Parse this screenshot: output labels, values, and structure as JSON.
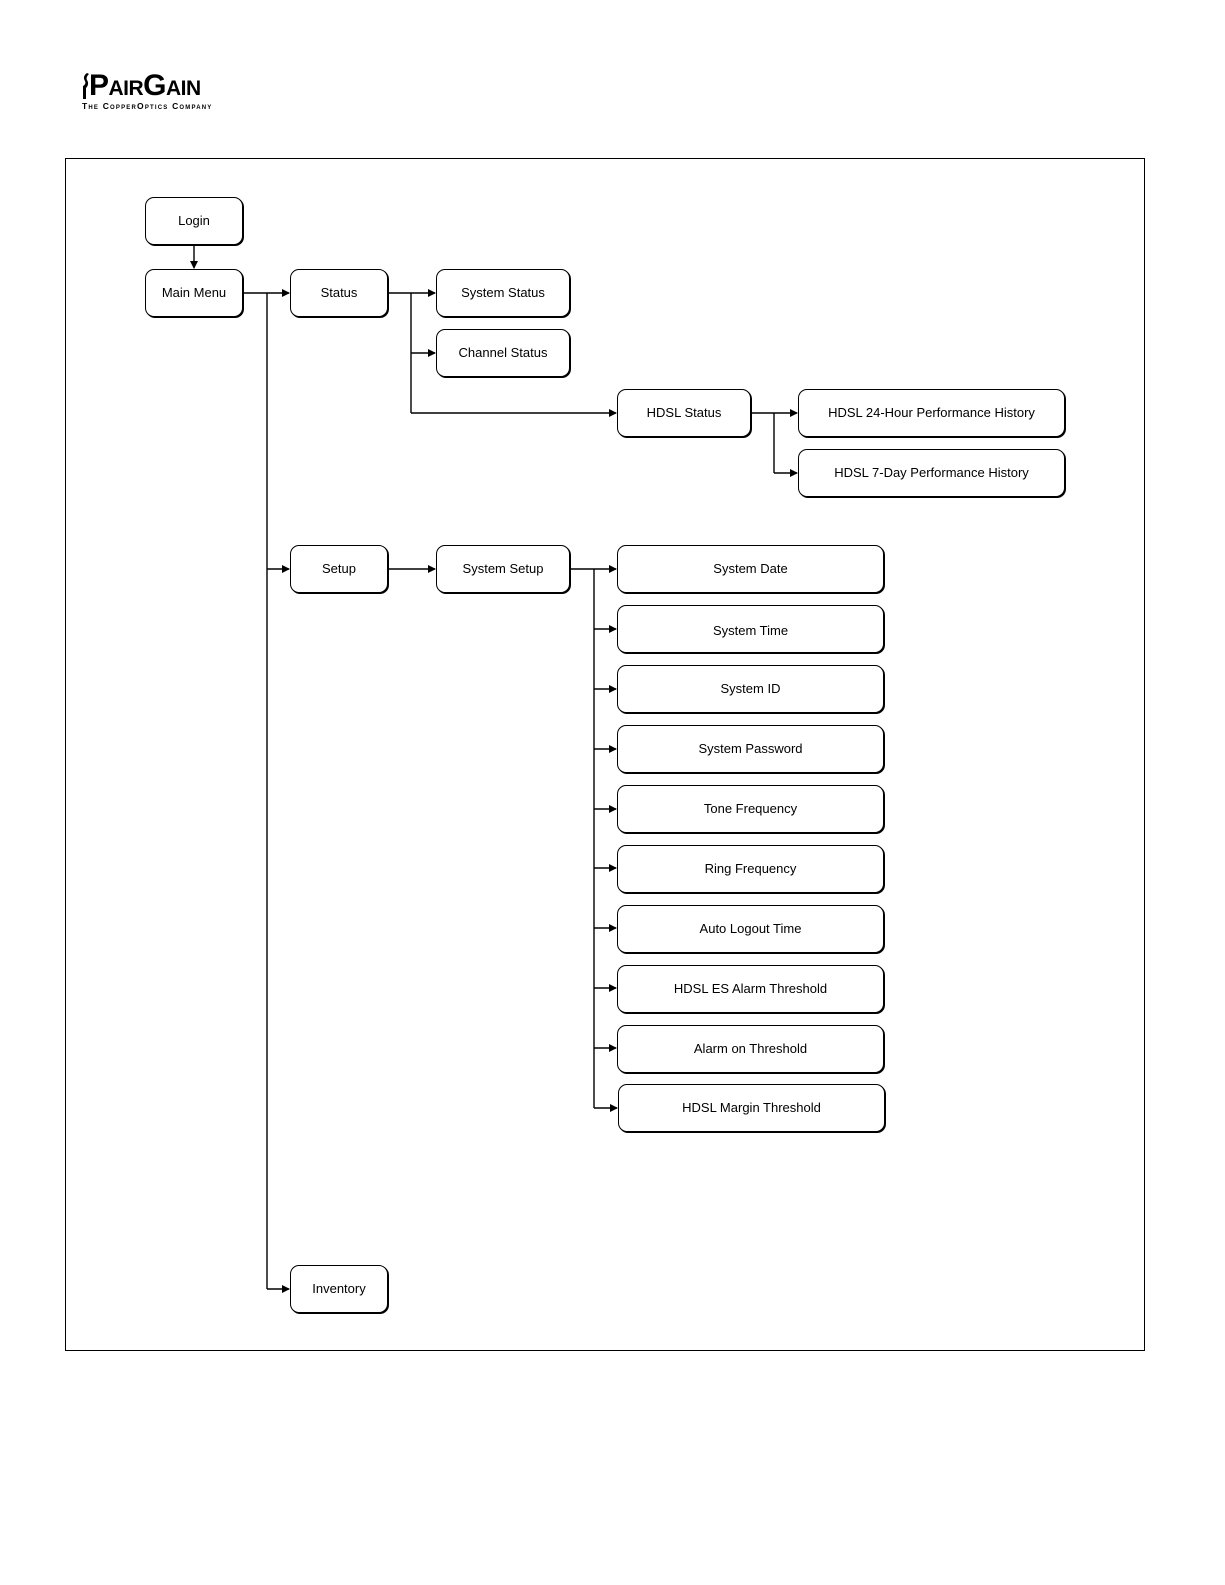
{
  "logo": {
    "name": "PairGain",
    "tagline": "The CopperOptics Company"
  },
  "menu": {
    "login": "Login",
    "main_menu": "Main Menu",
    "status": "Status",
    "system_status": "System Status",
    "channel_status": "Channel Status",
    "hdsl_status": "HDSL Status",
    "hdsl_24_hour": "HDSL 24-Hour Performance History",
    "hdsl_7_day": "HDSL 7-Day Performance History",
    "setup": "Setup",
    "system_setup": "System Setup",
    "setup_items": [
      "System Date",
      "System Time",
      "System ID",
      "System Password",
      "Tone Frequency",
      "Ring Frequency",
      "Auto Logout Time",
      "HDSL ES Alarm Threshold",
      "Alarm on Threshold",
      "HDSL Margin Threshold"
    ],
    "inventory": "Inventory"
  }
}
